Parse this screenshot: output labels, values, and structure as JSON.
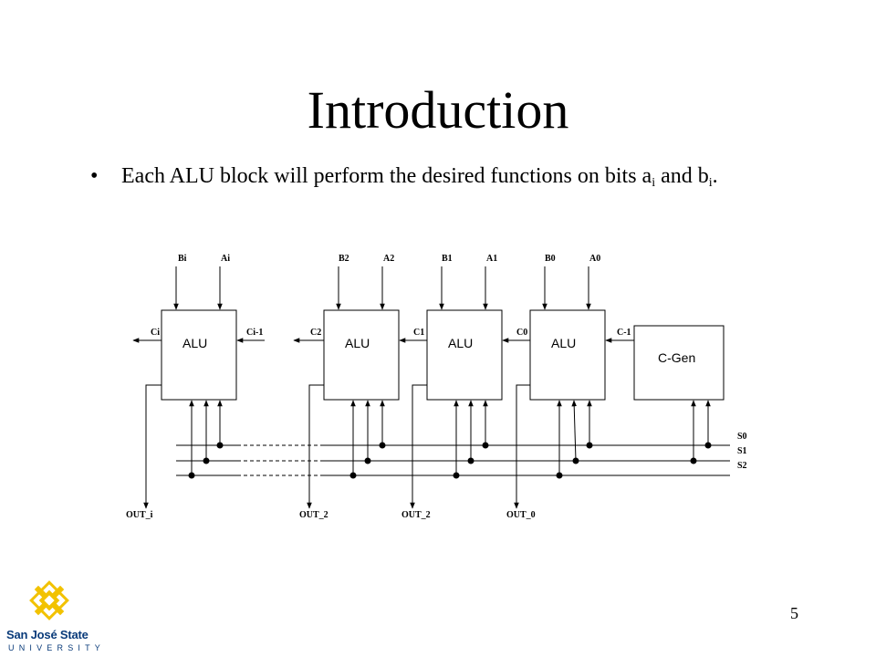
{
  "slide": {
    "title": "Introduction",
    "bullet_symbol": "•",
    "bullet_text_before": "Each ALU block will perform the desired functions on bits a",
    "bullet_sub_1": "i",
    "bullet_text_mid": " and b",
    "bullet_sub_2": "i",
    "bullet_text_after": ".",
    "page_number": "5"
  },
  "diagram": {
    "alu_label": "ALU",
    "cgen_label": "C-Gen",
    "inputs": [
      "Bi",
      "Ai",
      "B2",
      "A2",
      "B1",
      "A1",
      "B0",
      "A0"
    ],
    "carries": [
      "Ci",
      "Ci-1",
      "C2",
      "C1",
      "C0",
      "C-1"
    ],
    "outputs": [
      "OUT_i",
      "OUT_2",
      "OUT_2",
      "OUT_0"
    ],
    "selects": [
      "S0",
      "S1",
      "S2"
    ]
  },
  "logo": {
    "line1": "San José State",
    "line2": "UNIVERSITY",
    "color": "#0a3b7a",
    "accent": "#f2c200"
  }
}
